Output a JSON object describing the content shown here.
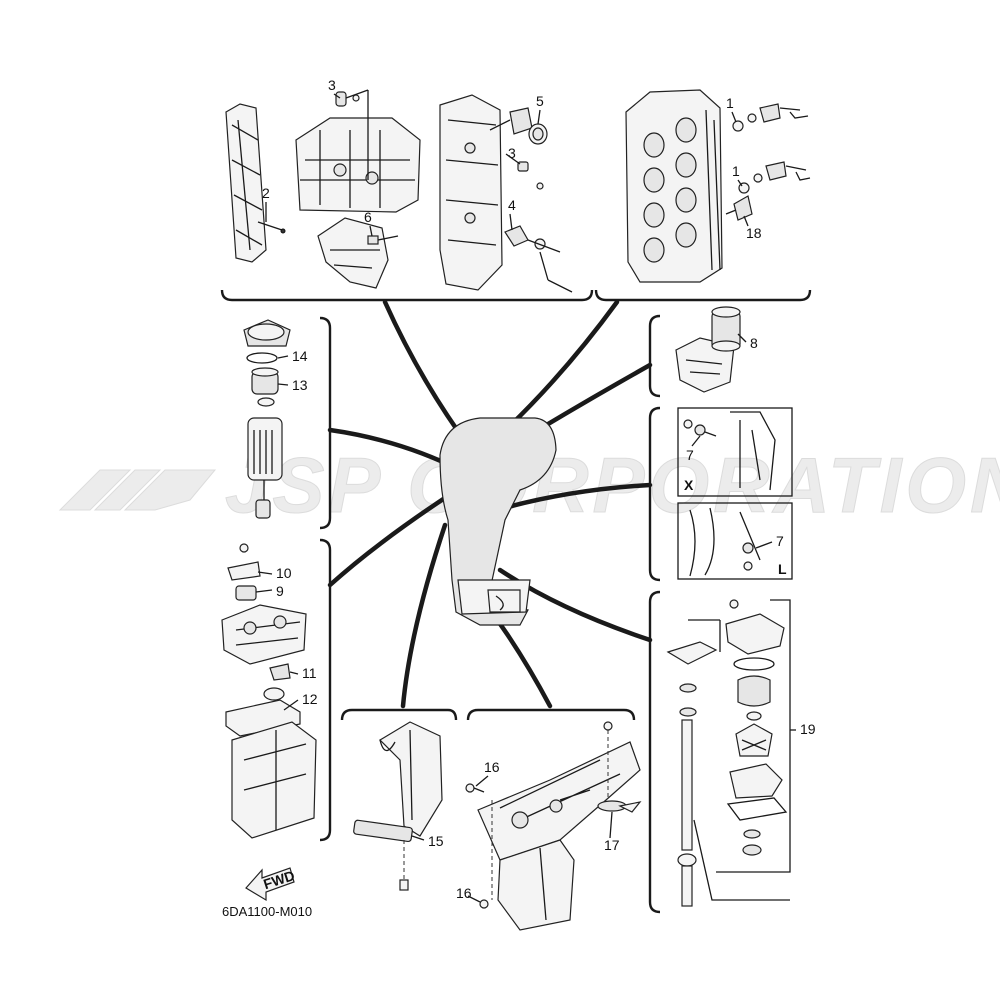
{
  "watermark": {
    "text": "JSP CORPORATION"
  },
  "diagram_code": "6DA1100-M010",
  "fwd_label": "FWD",
  "view_labels": {
    "x": "X",
    "l": "L"
  },
  "callouts": [
    "1",
    "1",
    "2",
    "3",
    "3",
    "4",
    "5",
    "6",
    "7",
    "7",
    "8",
    "9",
    "10",
    "11",
    "12",
    "13",
    "14",
    "15",
    "16",
    "16",
    "17",
    "18",
    "19"
  ],
  "colors": {
    "line": "#1a1a1a",
    "watermark": "#e6e6e6",
    "background": "#ffffff"
  }
}
